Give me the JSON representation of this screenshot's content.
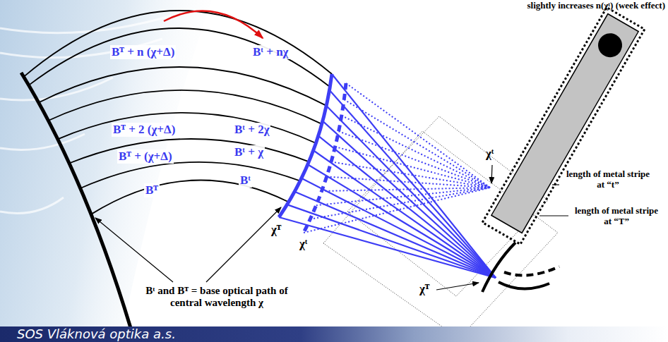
{
  "diagram": {
    "labels": [
      "slightly increases n(χᵗ) (week effect)",
      "Bᵀ + n (χ+Δ)",
      "Bᵗ + nχ",
      "Bᵀ + 2 (χ+Δ)",
      "Bᵗ + 2χ",
      "Bᵀ + (χ+Δ)",
      "Bᵗ + χ",
      "Bᵀ",
      "Bᵗ",
      "length of metal stripe at “t”",
      "length of metal stripe at “T”",
      "χᵗ",
      "χᵀ",
      "χᵗ",
      "χᵀ",
      "Bᵗ and Bᵀ = base optical path of central wavelength χ",
      "SOS Vláknová optika a.s."
    ]
  }
}
